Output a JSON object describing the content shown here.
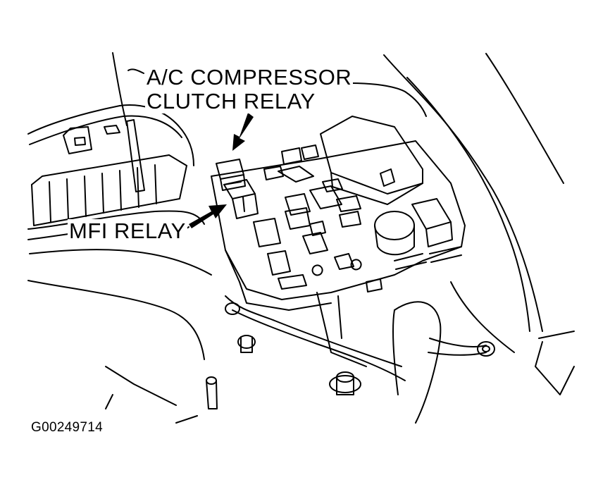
{
  "diagram": {
    "callouts": {
      "ac_compressor_line1": "A/C COMPRESSOR",
      "ac_compressor_line2": "CLUTCH RELAY",
      "mfi_relay": "MFI RELAY"
    },
    "figure_id": "G00249714",
    "colors": {
      "ink": "#000000",
      "paper": "#ffffff"
    },
    "icons": [
      "arrow-down-left-icon",
      "arrow-right-icon"
    ]
  }
}
